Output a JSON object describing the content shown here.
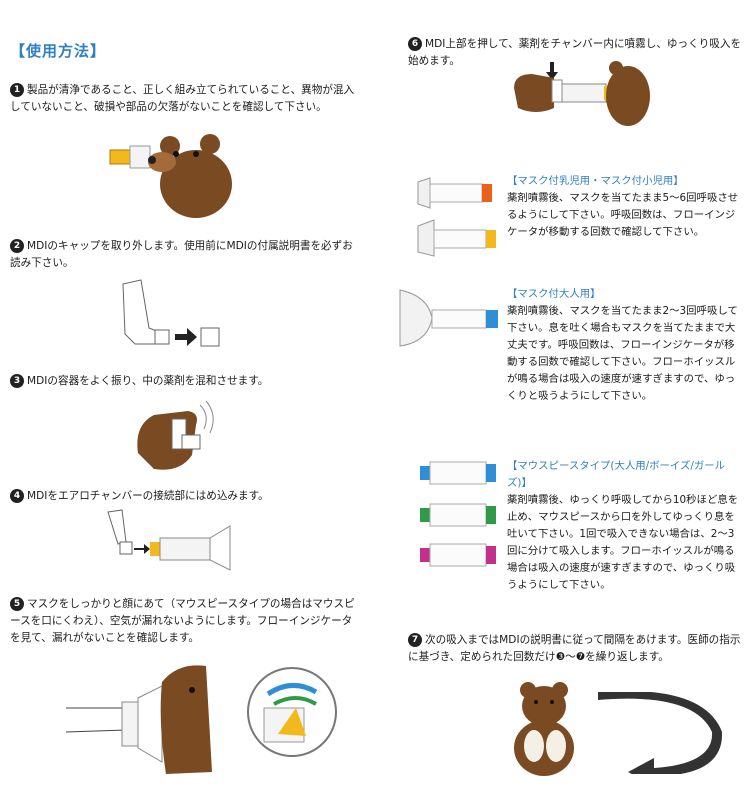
{
  "heading": "【使用方法】",
  "steps": [
    {
      "num": "1",
      "text": "製品が清浄であること、正しく組み立てられていること、異物が混入していないこと、破損や部品の欠落がないことを確認して下さい。"
    },
    {
      "num": "2",
      "text": "MDIのキャップを取り外します。使用前にMDIの付属説明書を必ずお読み下さい。"
    },
    {
      "num": "3",
      "text": "MDIの容器をよく振り、中の薬剤を混和させます。"
    },
    {
      "num": "4",
      "text": "MDIをエアロチャンバーの接続部にはめ込みます。"
    },
    {
      "num": "5",
      "text": "マスクをしっかりと顔にあて（マウスピースタイプの場合はマウスピースを口にくわえ）、空気が漏れないようにします。フローインジケータを見て、漏れがないことを確認します。"
    },
    {
      "num": "6",
      "text": "MDI上部を押して、薬剤をチャンバー内に噴霧し、ゆっくり吸入を始めます。"
    },
    {
      "num": "7",
      "text": "次の吸入まではMDIの説明書に従って間隔をあけます。医師の指示に基づき、定められた回数だけ❸～❼を繰り返します。"
    }
  ],
  "subsections": [
    {
      "title": "【マスク付乳児用・マスク付小児用】",
      "body": "薬剤噴霧後、マスクを当てたまま5～6回呼吸させるようにして下さい。呼吸回数は、フローインジケータが移動する回数で確認して下さい。"
    },
    {
      "title": "【マスク付大人用】",
      "body": "薬剤噴霧後、マスクを当てたまま2～3回呼吸して下さい。息を吐く場合もマスクを当てたままで大丈夫です。呼吸回数は、フローインジケータが移動する回数で確認して下さい。フローホイッスルが鳴る場合は吸入の速度が速すぎますので、ゆっくりと吸うようにして下さい。"
    },
    {
      "title": "【マウスピースタイプ(大人用/ボーイズ/ガールズ)】",
      "body": "薬剤噴霧後、ゆっくり呼吸してから10秒ほど息を止め、マウスピースから口を外してゆっくり息を吐いて下さい。1回で吸入できない場合は、2～3回に分けて吸入します。フローホイッスルが鳴る場合は吸入の速度が速すぎますので、ゆっくり吸うようにして下さい。"
    }
  ],
  "colors": {
    "heading": "#2f7fc4",
    "bear": "#7a4a22",
    "bear_dark": "#4a2c12",
    "yellow": "#f2b81c",
    "orange": "#e8621a",
    "blue": "#2e8fd6",
    "green": "#2f9a4a",
    "magenta": "#c2308c"
  }
}
